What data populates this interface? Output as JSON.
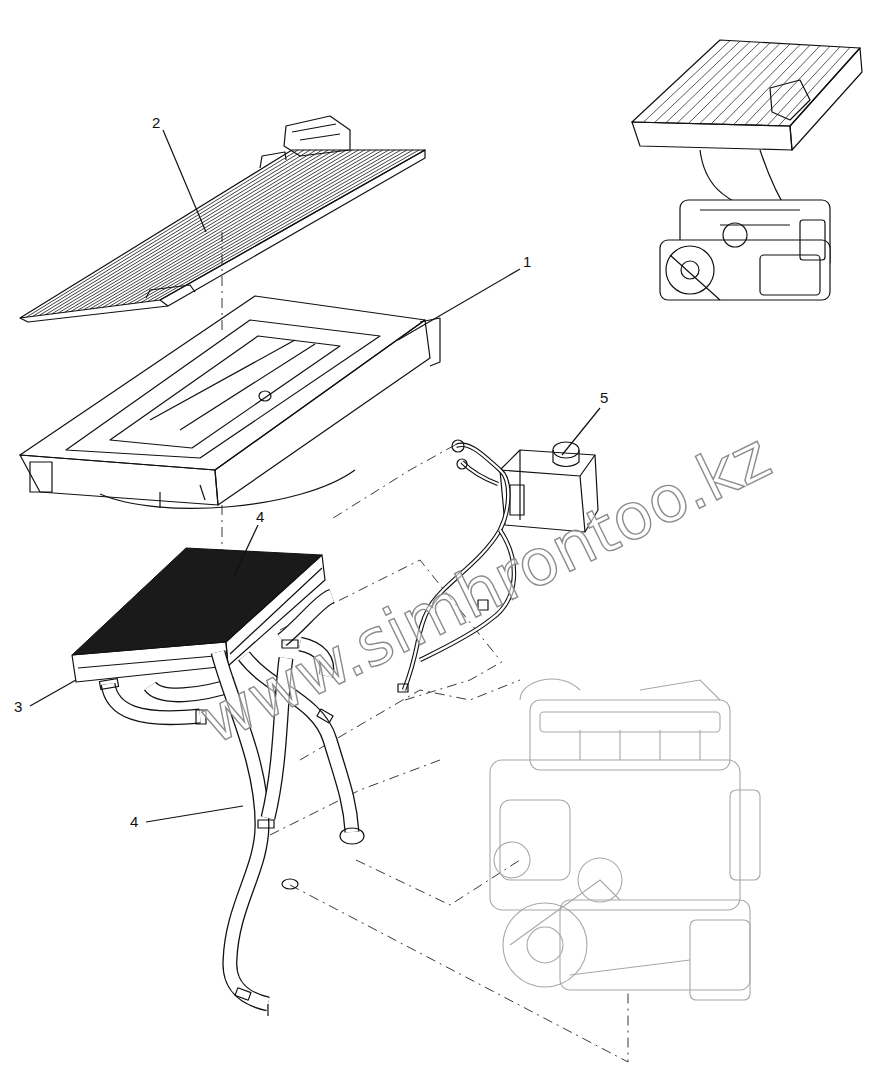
{
  "diagram": {
    "labels": [
      "2",
      "1",
      "5",
      "4",
      "3",
      "4",
      "www.simhrontoo.kz"
    ]
  }
}
